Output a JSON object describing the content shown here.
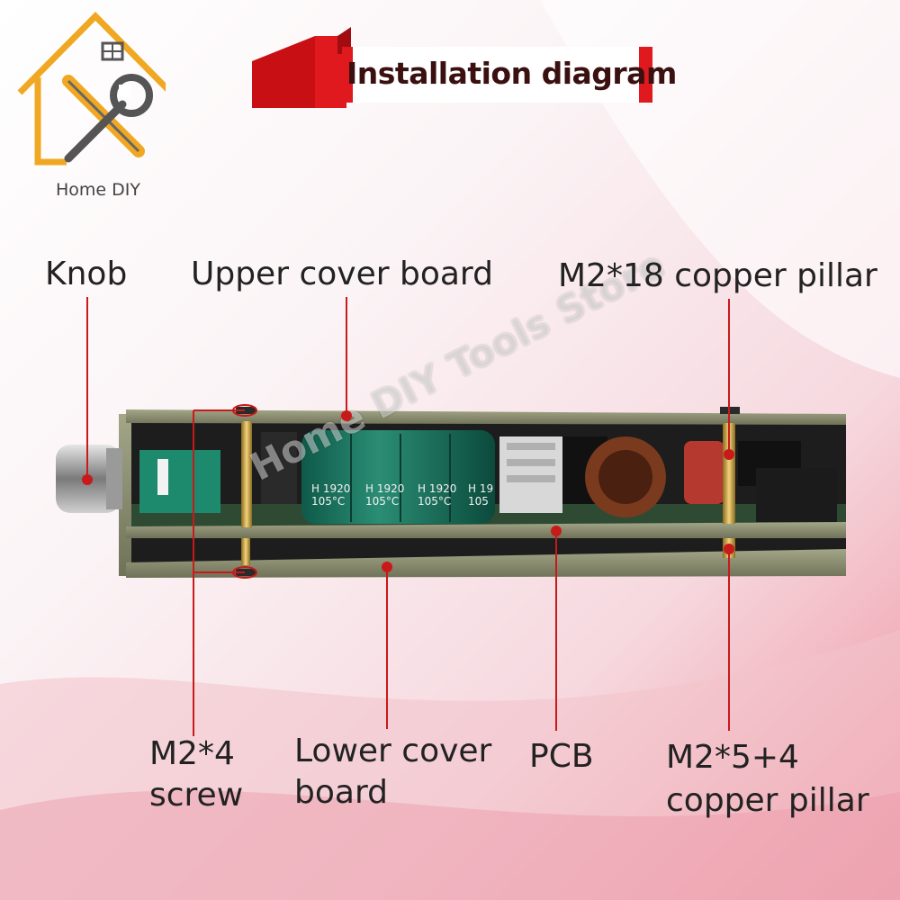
{
  "logo": {
    "text": "Home DIY",
    "icon": "house-tools-icon"
  },
  "header": {
    "title": "Installation diagram"
  },
  "labels": {
    "knob": "Knob",
    "upper_cover_board": "Upper cover board",
    "m2_18_copper_pillar": "M2*18 copper pillar",
    "m2_4_screw": "M2*4 screw",
    "lower_cover_board": "Lower cover board",
    "pcb": "PCB",
    "m2_5_4_copper_pillar": "M2*5+4 copper pillar"
  },
  "watermark": "Home DIY Tools Store",
  "capacitors": [
    {
      "line1": "H 1920",
      "line2": "105°C"
    },
    {
      "line1": "H 1920",
      "line2": "105°C"
    },
    {
      "line1": "H 1920",
      "line2": "105°C"
    },
    {
      "line1": "H 19",
      "line2": "105"
    }
  ],
  "colors": {
    "accent": "#d41414",
    "leader_line": "#c81a1a",
    "board": "#8c8f74"
  }
}
